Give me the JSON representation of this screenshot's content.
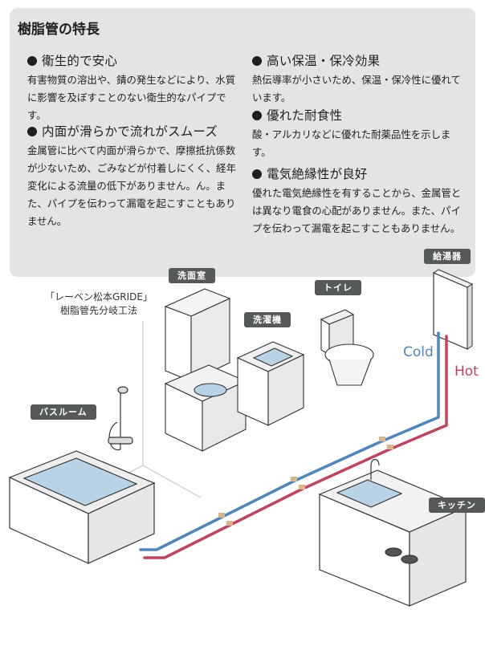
{
  "panel": {
    "title": "樹脂管の特長",
    "features": [
      {
        "heading": "衛生的で安心",
        "body": "有害物質の溶出や、錆の発生などにより、水質に影響を及ぼすことのない衛生的なパイプです。"
      },
      {
        "heading": "内面が滑らかで流れがスムーズ",
        "body": "金属管に比べて内面が滑らかで、摩擦抵抗係数が少ないため、ごみなどが付着しにくく、経年変化による流量の低下がありません。ん。また、パイプを伝わって漏電を起こすこともありません。"
      },
      {
        "heading": "高い保温・保冷効果",
        "body": "熱伝導率が小さいため、保温・保冷性に優れています。"
      },
      {
        "heading": "優れた耐食性",
        "body": "酸・アルカリなどに優れた耐薬品性を示します。"
      },
      {
        "heading": "電気絶縁性が良好",
        "body": "優れた電気絶縁性を有することから、金属管とは異なり電食の心配がありません。また、パイプを伝わって漏電を起こすこともありません。"
      }
    ]
  },
  "method": {
    "line1": "「レーベン松本GRIDE」",
    "line2": "樹脂管先分岐工法"
  },
  "rooms": {
    "washroom": "洗面室",
    "toilet": "トイレ",
    "water_heater": "給湯器",
    "washing_machine": "洗濯機",
    "bathroom": "バスルーム",
    "kitchen": "キッチン"
  },
  "pipes": {
    "cold": "Cold",
    "hot": "Hot",
    "cold_color": "#4f86bd",
    "hot_color": "#c0435f"
  }
}
